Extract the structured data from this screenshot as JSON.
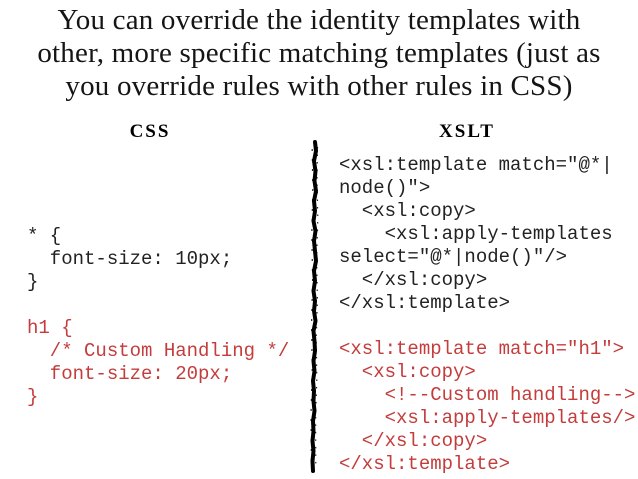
{
  "title": {
    "lines": [
      "You can override the identity templates with",
      "other, more specific matching templates (just as",
      "you override rules with other rules in CSS)"
    ]
  },
  "columns": {
    "css": {
      "header": "CSS",
      "code_lines": [
        {
          "text": "* {",
          "color": "black"
        },
        {
          "text": "  font-size: 10px;",
          "color": "black"
        },
        {
          "text": "}",
          "color": "black"
        },
        {
          "text": "",
          "color": "black"
        },
        {
          "text": "h1 {",
          "color": "red"
        },
        {
          "text": "  /* Custom Handling */",
          "color": "red"
        },
        {
          "text": "  font-size: 20px;",
          "color": "red"
        },
        {
          "text": "}",
          "color": "red"
        }
      ]
    },
    "xslt": {
      "header": "XSLT",
      "code_lines": [
        {
          "text": "<xsl:template match=\"@*|",
          "color": "black"
        },
        {
          "text": "node()\">",
          "color": "black"
        },
        {
          "text": "  <xsl:copy>",
          "color": "black"
        },
        {
          "text": "    <xsl:apply-templates",
          "color": "black"
        },
        {
          "text": "select=\"@*|node()\"/>",
          "color": "black"
        },
        {
          "text": "  </xsl:copy>",
          "color": "black"
        },
        {
          "text": "</xsl:template>",
          "color": "black"
        },
        {
          "text": "",
          "color": "black"
        },
        {
          "text": "<xsl:template match=\"h1\">",
          "color": "red"
        },
        {
          "text": "  <xsl:copy>",
          "color": "red"
        },
        {
          "text": "    <!--Custom handling-->",
          "color": "red"
        },
        {
          "text": "    <xsl:apply-templates/>",
          "color": "red"
        },
        {
          "text": "  </xsl:copy>",
          "color": "red"
        },
        {
          "text": "</xsl:template>",
          "color": "red"
        }
      ]
    }
  },
  "colors": {
    "code_red": "#c43c3c",
    "code_black": "#222222",
    "title_black": "#151515",
    "divider_black": "#000000",
    "background": "#ffffff"
  }
}
